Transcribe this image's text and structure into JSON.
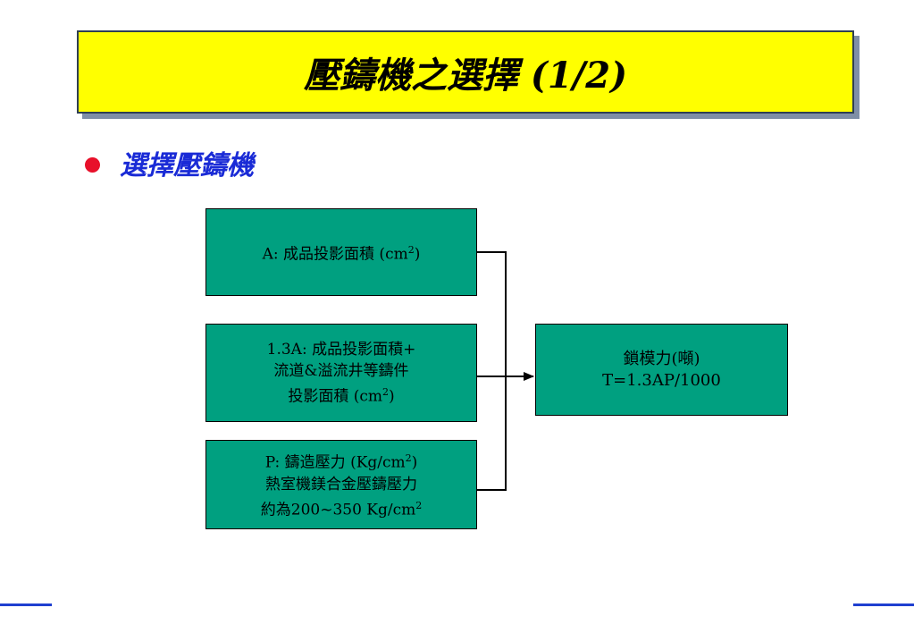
{
  "title": "壓鑄機之選擇 (1/2)",
  "subtitle": "選擇壓鑄機",
  "nodes": {
    "a": {
      "line1": "A: 成品投影面積 (cm",
      "sup1": "2",
      "line1_end": ")"
    },
    "b": {
      "line1": "1.3A: 成品投影面積+",
      "line2": "流道&溢流井等鑄件",
      "line3": "投影面積 (cm",
      "sup3": "2",
      "line3_end": ")"
    },
    "c": {
      "line1": "P: 鑄造壓力 (Kg/cm",
      "sup1": "2",
      "line1_end": ")",
      "line2": "熱室機鎂合金壓鑄壓力",
      "line3": "約為200~350 Kg/cm",
      "sup3": "2"
    },
    "d": {
      "line1": "鎖模力(噸)",
      "line2": "T=1.3AP/1000"
    }
  },
  "colors": {
    "title_bg": "#ffff00",
    "node_fill": "#00a080",
    "subtitle_text": "#1a2bd6",
    "bullet": "#e8102a",
    "footer_line": "#1f3fd0"
  }
}
